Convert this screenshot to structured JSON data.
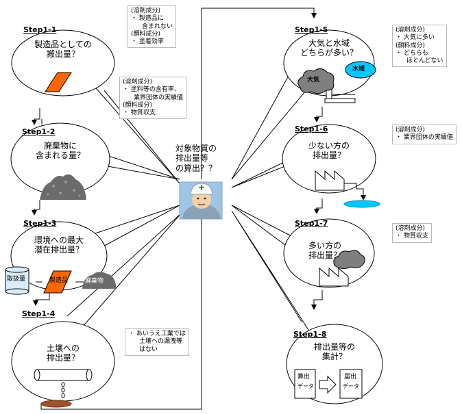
{
  "center": {
    "line1": "対象物質の",
    "line2": "排出量等",
    "line3": "の算出？？"
  },
  "steps": [
    {
      "id": "Step1-1",
      "l1": "製造品としての",
      "l2": "搬出量？"
    },
    {
      "id": "Step1-2",
      "l1": "廃棄物に",
      "l2": "含まれる量？"
    },
    {
      "id": "Step1-3",
      "l1": "環境への最大",
      "l2": "潜在排出量？"
    },
    {
      "id": "Step1-4",
      "l1": "土壌への",
      "l2": "排出量？"
    },
    {
      "id": "Step1-5",
      "l1": "大気と水域",
      "l2": "どちらが多い？"
    },
    {
      "id": "Step1-6",
      "l1": "少ない方の",
      "l2": "排出量？"
    },
    {
      "id": "Step1-7",
      "l1": "多い方の",
      "l2": "排出量？"
    },
    {
      "id": "Step1-8",
      "l1": "排出量等の",
      "l2": "集計？"
    }
  ],
  "notes": {
    "n1": [
      "(溶剤成分)",
      "・ 製造品に",
      "含まれない",
      "(顔料成分)",
      "・ 塗着効率"
    ],
    "n2": [
      "(溶剤成分)",
      "・ 塗料等の含有率、",
      "業界団体の実績値",
      "(顔料成分)",
      "・ 物質収支"
    ],
    "n4": [
      "・ あいうえ工業では",
      "土壌への漏洩等",
      "はない"
    ],
    "n5": [
      "(溶剤成分)",
      "・ 大気に多い",
      "(顔料成分)",
      "・ どちらも",
      "ほとんどない"
    ],
    "n6": [
      "(溶剤成分)",
      "・ 業界団体の実績値"
    ],
    "n7": [
      "(溶剤成分)",
      "・ 物質収支"
    ]
  },
  "labels": {
    "air": "大気",
    "water": "水域",
    "handling": "取扱量",
    "product": "製造品",
    "waste": "廃棄物",
    "calc": "算出",
    "submit": "届出",
    "data1": "データ",
    "data2": "データ"
  },
  "colors": {
    "orange": "#ff6600",
    "water_blue": "#00c8ff",
    "tank_blue": "#d9ecf7",
    "soil": "#a0522d",
    "cloud": "#7f7f7f"
  }
}
